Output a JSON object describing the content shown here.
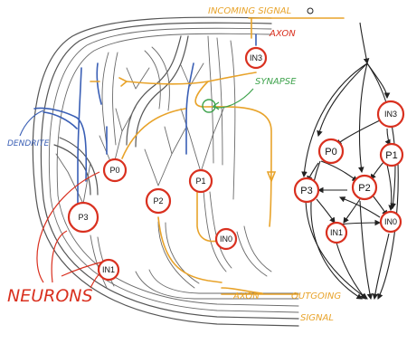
{
  "labels": {
    "incoming_signal": "INCOMING SIGNAL",
    "axon_top": "AXON",
    "synapse": "SYNAPSE",
    "dendrite": "DENDRITE",
    "neurons": "NEURONS",
    "axon_bottom": "AXON",
    "outgoing": "OUTGOING",
    "signal": "SIGNAL"
  },
  "neurons": {
    "p0": "P0",
    "p1": "P1",
    "p2": "P2",
    "p3": "P3",
    "in0": "IN0",
    "in1": "IN1",
    "in3": "IN3"
  },
  "graph_nodes": {
    "in3": "IN3",
    "p0": "P0",
    "p1": "P1",
    "p2": "P2",
    "p3": "P3",
    "in1": "IN1",
    "in0": "IN0"
  },
  "colors": {
    "axon": "#e8a32a",
    "dendrite": "#3a5fb5",
    "synapse": "#3fa34d",
    "neuron_outline": "#d9301f",
    "neurons_label": "#d9301f",
    "axon_label": "#d9301f"
  }
}
